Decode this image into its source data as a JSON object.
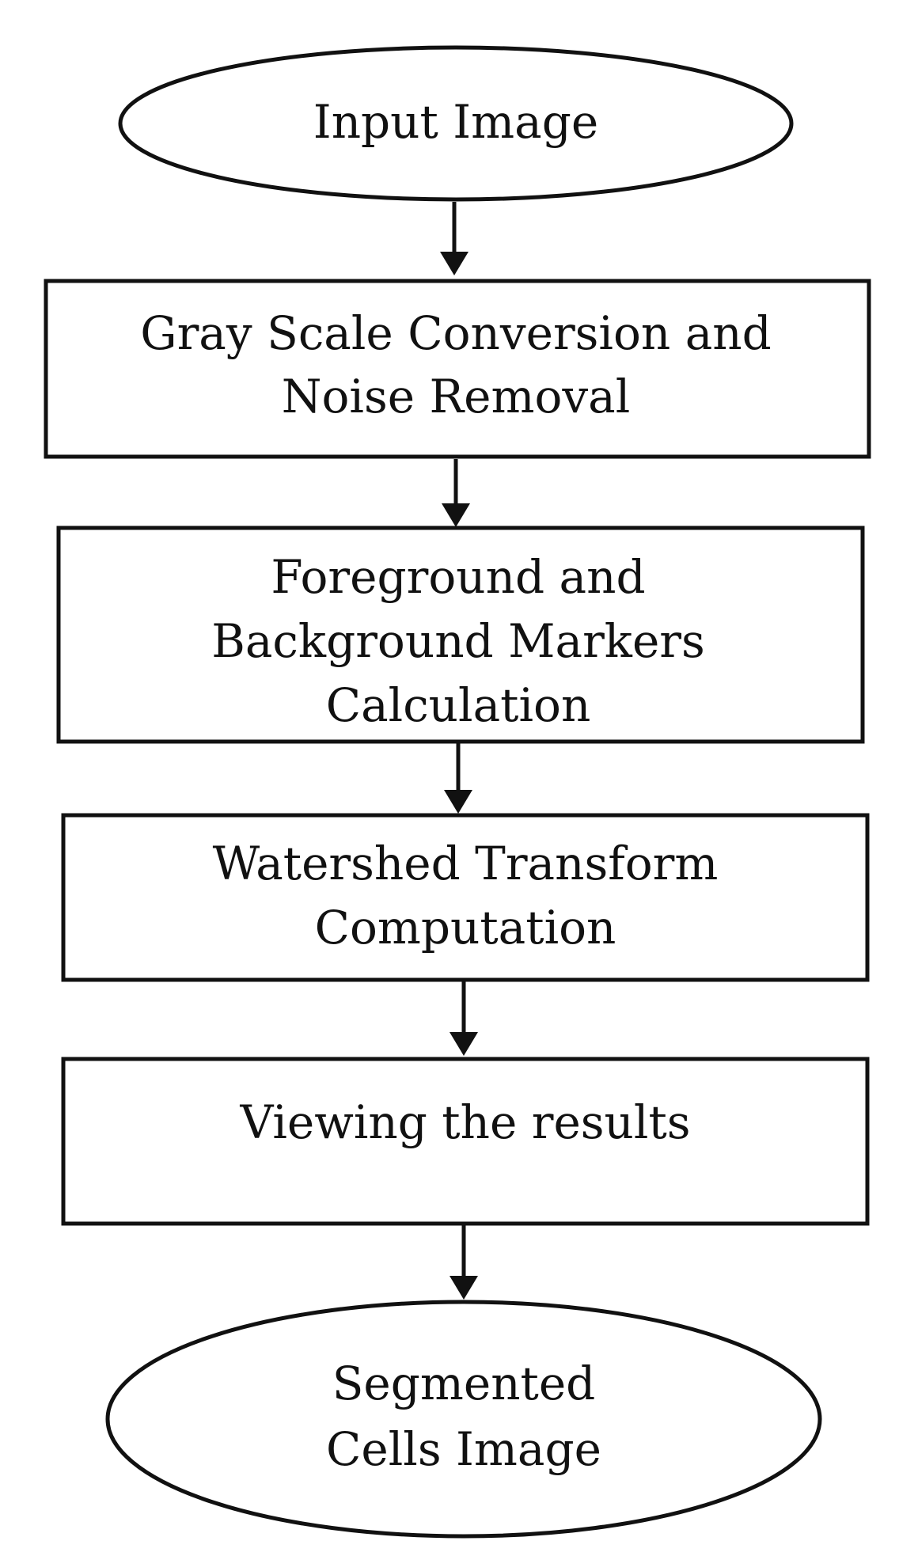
{
  "diagram": {
    "nodes": [
      {
        "id": "input-image",
        "shape": "ellipse",
        "lines": [
          "Input Image"
        ]
      },
      {
        "id": "gray-scale",
        "shape": "rect",
        "lines": [
          "Gray Scale Conversion and",
          "Noise Removal"
        ]
      },
      {
        "id": "markers",
        "shape": "rect",
        "lines": [
          "Foreground and",
          "Background Markers",
          "Calculation"
        ]
      },
      {
        "id": "watershed",
        "shape": "rect",
        "lines": [
          "Watershed Transform",
          "Computation"
        ]
      },
      {
        "id": "viewing",
        "shape": "rect",
        "lines": [
          "Viewing the results"
        ]
      },
      {
        "id": "segmented",
        "shape": "ellipse",
        "lines": [
          "Segmented",
          "Cells Image"
        ]
      }
    ],
    "edges": [
      {
        "from": "input-image",
        "to": "gray-scale"
      },
      {
        "from": "gray-scale",
        "to": "markers"
      },
      {
        "from": "markers",
        "to": "watershed"
      },
      {
        "from": "watershed",
        "to": "viewing"
      },
      {
        "from": "viewing",
        "to": "segmented"
      }
    ]
  }
}
